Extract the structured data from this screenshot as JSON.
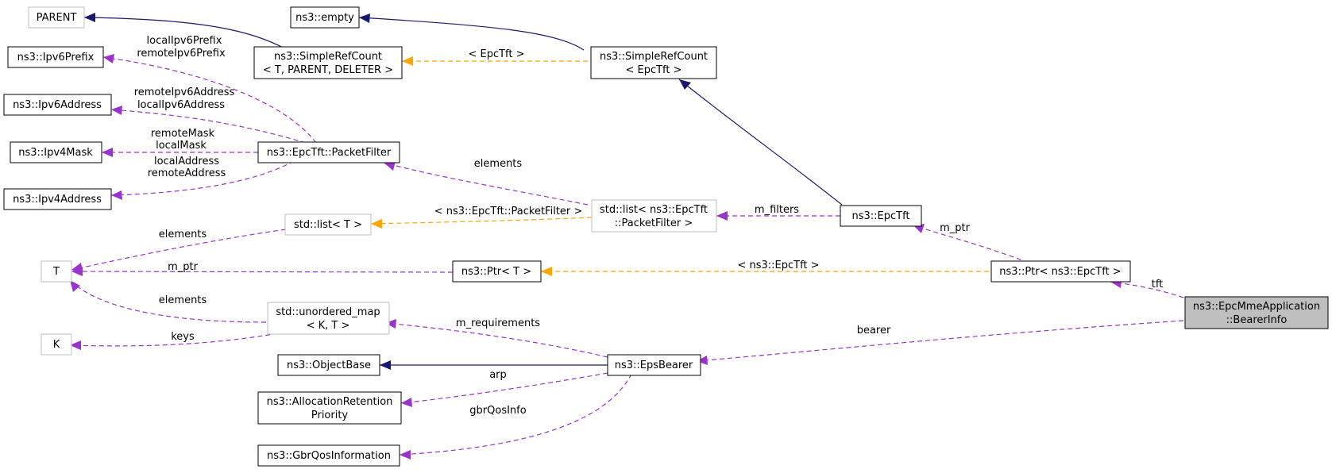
{
  "colors": {
    "inheritance": "#191970",
    "usage": "#9a32cd",
    "template": "#ffa500",
    "node_border": "#000000",
    "undocumented_border": "#bfbfbf",
    "focus_fill": "#bfbfbf"
  },
  "nodes": {
    "parent": [
      "PARENT"
    ],
    "ns3_empty": [
      "ns3::empty"
    ],
    "simple_ref_count_generic": [
      "ns3::SimpleRefCount",
      "< T, PARENT, DELETER >"
    ],
    "simple_ref_count_epctft": [
      "ns3::SimpleRefCount",
      "< EpcTft >"
    ],
    "ipv6_prefix": [
      "ns3::Ipv6Prefix"
    ],
    "ipv6_address": [
      "ns3::Ipv6Address"
    ],
    "ipv4_mask": [
      "ns3::Ipv4Mask"
    ],
    "ipv4_address": [
      "ns3::Ipv4Address"
    ],
    "packet_filter": [
      "ns3::EpcTft::PacketFilter"
    ],
    "list_packet_filter": [
      "std::list< ns3::EpcTft",
      "::PacketFilter >"
    ],
    "epc_tft": [
      "ns3::EpcTft"
    ],
    "std_list_t": [
      "std::list< T >"
    ],
    "t": [
      "T"
    ],
    "ptr_t": [
      "ns3::Ptr< T >"
    ],
    "ptr_epctft": [
      "ns3::Ptr< ns3::EpcTft >"
    ],
    "bearer_info": [
      "ns3::EpcMmeApplication",
      "::BearerInfo"
    ],
    "unordered_map": [
      "std::unordered_map",
      "< K, T >"
    ],
    "k": [
      "K"
    ],
    "object_base": [
      "ns3::ObjectBase"
    ],
    "eps_bearer": [
      "ns3::EpsBearer"
    ],
    "allocation_retention": [
      "ns3::AllocationRetention",
      "Priority"
    ],
    "gbr_qos": [
      "ns3::GbrQosInformation"
    ]
  },
  "edge_labels": {
    "simple_ref_count_template": "< EpcTft >",
    "ipv6_prefix": [
      "localIpv6Prefix",
      "remoteIpv6Prefix"
    ],
    "ipv6_address": [
      "remoteIpv6Address",
      "localIpv6Address"
    ],
    "ipv4_mask": [
      "remoteMask",
      "localMask"
    ],
    "ipv4_address": [
      "localAddress",
      "remoteAddress"
    ],
    "list_elements": "elements",
    "list_template": "< ns3::EpcTft::PacketFilter >",
    "m_filters": "m_filters",
    "std_list_elements": "elements",
    "ptr_m_ptr": "m_ptr",
    "ptr_template": "< ns3::EpcTft >",
    "epctft_m_ptr": "m_ptr",
    "tft": "tft",
    "bearer": "bearer",
    "map_elements": "elements",
    "keys": "keys",
    "m_requirements": "m_requirements",
    "arp": "arp",
    "gbr_qos_info": "gbrQosInfo"
  }
}
